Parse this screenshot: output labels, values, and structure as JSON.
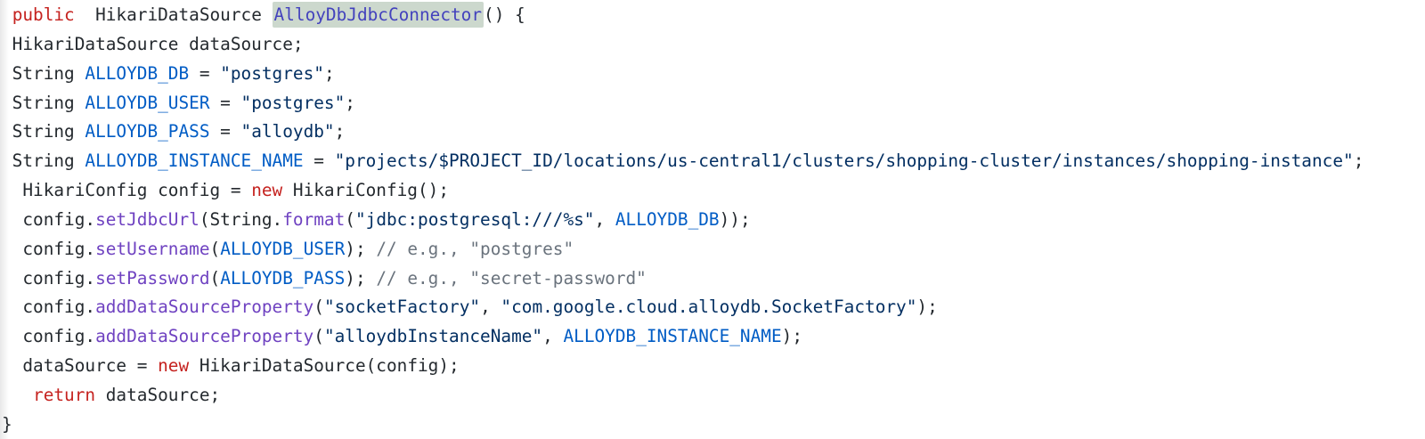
{
  "palette": {
    "background": "#ffffff",
    "plain": "#24292e",
    "keyword": "#c5221f",
    "constant": "#005cc5",
    "string": "#032f62",
    "method": "#6f42c1",
    "comment": "#6a737d",
    "function": "#4342bd",
    "function_highlight": "#ccd8cd"
  },
  "code": {
    "language": "java",
    "highlighted_symbol": "AlloyDbJdbcConnector",
    "lines": [
      [
        {
          "t": " ",
          "c": "plain"
        },
        {
          "t": "public",
          "c": "keyword"
        },
        {
          "t": "  HikariDataSource ",
          "c": "plain"
        },
        {
          "t": "AlloyDbJdbcConnector",
          "c": "function"
        },
        {
          "t": "() {",
          "c": "plain"
        }
      ],
      [
        {
          "t": " HikariDataSource dataSource;",
          "c": "plain"
        }
      ],
      [
        {
          "t": " String ",
          "c": "plain"
        },
        {
          "t": "ALLOYDB_DB",
          "c": "constant"
        },
        {
          "t": " = ",
          "c": "plain"
        },
        {
          "t": "\"postgres\"",
          "c": "string"
        },
        {
          "t": ";",
          "c": "plain"
        }
      ],
      [
        {
          "t": " String ",
          "c": "plain"
        },
        {
          "t": "ALLOYDB_USER",
          "c": "constant"
        },
        {
          "t": " = ",
          "c": "plain"
        },
        {
          "t": "\"postgres\"",
          "c": "string"
        },
        {
          "t": ";",
          "c": "plain"
        }
      ],
      [
        {
          "t": " String ",
          "c": "plain"
        },
        {
          "t": "ALLOYDB_PASS",
          "c": "constant"
        },
        {
          "t": " = ",
          "c": "plain"
        },
        {
          "t": "\"alloydb\"",
          "c": "string"
        },
        {
          "t": ";",
          "c": "plain"
        }
      ],
      [
        {
          "t": " String ",
          "c": "plain"
        },
        {
          "t": "ALLOYDB_INSTANCE_NAME",
          "c": "constant"
        },
        {
          "t": " = ",
          "c": "plain"
        },
        {
          "t": "\"projects/$PROJECT_ID/locations/us-central1/clusters/shopping-cluster/instances/shopping-instance\"",
          "c": "string"
        },
        {
          "t": ";",
          "c": "plain"
        }
      ],
      [
        {
          "t": "  HikariConfig config = ",
          "c": "plain"
        },
        {
          "t": "new",
          "c": "keyword"
        },
        {
          "t": " HikariConfig();",
          "c": "plain"
        }
      ],
      [
        {
          "t": "  config.",
          "c": "plain"
        },
        {
          "t": "setJdbcUrl",
          "c": "method"
        },
        {
          "t": "(String.",
          "c": "plain"
        },
        {
          "t": "format",
          "c": "method"
        },
        {
          "t": "(",
          "c": "plain"
        },
        {
          "t": "\"jdbc:postgresql:///%s\"",
          "c": "string"
        },
        {
          "t": ", ",
          "c": "plain"
        },
        {
          "t": "ALLOYDB_DB",
          "c": "constant"
        },
        {
          "t": "));",
          "c": "plain"
        }
      ],
      [
        {
          "t": "  config.",
          "c": "plain"
        },
        {
          "t": "setUsername",
          "c": "method"
        },
        {
          "t": "(",
          "c": "plain"
        },
        {
          "t": "ALLOYDB_USER",
          "c": "constant"
        },
        {
          "t": "); ",
          "c": "plain"
        },
        {
          "t": "// e.g., \"postgres\"",
          "c": "comment"
        }
      ],
      [
        {
          "t": "  config.",
          "c": "plain"
        },
        {
          "t": "setPassword",
          "c": "method"
        },
        {
          "t": "(",
          "c": "plain"
        },
        {
          "t": "ALLOYDB_PASS",
          "c": "constant"
        },
        {
          "t": "); ",
          "c": "plain"
        },
        {
          "t": "// e.g., \"secret-password\"",
          "c": "comment"
        }
      ],
      [
        {
          "t": "  config.",
          "c": "plain"
        },
        {
          "t": "addDataSourceProperty",
          "c": "method"
        },
        {
          "t": "(",
          "c": "plain"
        },
        {
          "t": "\"socketFactory\"",
          "c": "string"
        },
        {
          "t": ", ",
          "c": "plain"
        },
        {
          "t": "\"com.google.cloud.alloydb.SocketFactory\"",
          "c": "string"
        },
        {
          "t": ");",
          "c": "plain"
        }
      ],
      [
        {
          "t": "  config.",
          "c": "plain"
        },
        {
          "t": "addDataSourceProperty",
          "c": "method"
        },
        {
          "t": "(",
          "c": "plain"
        },
        {
          "t": "\"alloydbInstanceName\"",
          "c": "string"
        },
        {
          "t": ", ",
          "c": "plain"
        },
        {
          "t": "ALLOYDB_INSTANCE_NAME",
          "c": "constant"
        },
        {
          "t": ");",
          "c": "plain"
        }
      ],
      [
        {
          "t": "  dataSource = ",
          "c": "plain"
        },
        {
          "t": "new",
          "c": "keyword"
        },
        {
          "t": " HikariDataSource(config);",
          "c": "plain"
        }
      ],
      [
        {
          "t": "   ",
          "c": "plain"
        },
        {
          "t": "return",
          "c": "keyword"
        },
        {
          "t": " dataSource;",
          "c": "plain"
        }
      ],
      [
        {
          "t": "}",
          "c": "plain"
        }
      ]
    ]
  }
}
